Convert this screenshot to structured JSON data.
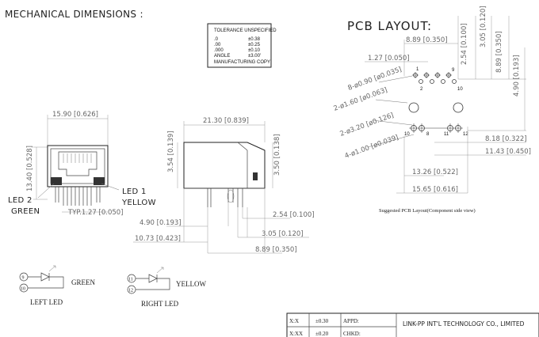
{
  "titles": {
    "mechanical": "MECHANICAL  DIMENSIONS  :",
    "pcb": "PCB  LAYOUT:",
    "pcb_caption": "Suggested PCB Layout(Component side view)"
  },
  "tolerance": {
    "header": "TOLERANCE  UNSPECIFIED",
    "rows": [
      {
        "k": ".0",
        "v": "±0.38"
      },
      {
        "k": ".00",
        "v": "±0.25"
      },
      {
        "k": ".000",
        "v": "±0.10"
      },
      {
        "k": "ANGLE",
        "v": "±3.00'"
      }
    ],
    "footer": "MANUFACTURING    COPY"
  },
  "front_view": {
    "width_dim": "15.90 [0.626]",
    "height_dim": "13.40 [0.528]",
    "pitch": "TYP.1.27 [0.050]",
    "led2": "LED 2",
    "led2_color": "GREEN",
    "led1": "LED 1",
    "led1_color": "YELLOW"
  },
  "side_view": {
    "width_dim": "21.30 [0.839]",
    "h_left": "3.54 [0.139]",
    "h_right": "3.50 [0.138]",
    "d1": "4.90 [0.193]",
    "d2": "10.73 [0.423]",
    "d3": "2.54 [0.100]",
    "d4": "3.05 [0.120]",
    "d5": "8.89 [0.350]"
  },
  "pcb": {
    "top_dim": "8.89 [0.350]",
    "pitch_dim": "1.27 [0.050]",
    "hole_a": "8-ø0.90 [ø0.035]",
    "hole_b": "2-ø1.60 [ø0.063]",
    "hole_c": "2-ø3.20 [ø0.126]",
    "hole_d": "4-ø1.00 [ø0.039]",
    "v1": "2.54 [0.100]",
    "v2": "3.05 [0.120]",
    "v3": "8.89 [0.350]",
    "v4": "4.90 [0.193]",
    "h1": "8.18 [0.322]",
    "h2": "11.43 [0.450]",
    "h3": "13.26 [0.522]",
    "h4": "15.65 [0.616]",
    "pin1": "1",
    "pin2": "2",
    "pin9": "9",
    "pin10": "10",
    "pin8": "8",
    "pin10b": "10",
    "pin11": "11",
    "pin12": "12"
  },
  "led_schematic": {
    "left": {
      "pin_a": "9",
      "pin_b": "10",
      "color": "GREEN",
      "label": "LEFT LED"
    },
    "right": {
      "pin_a": "11",
      "pin_b": "12",
      "color": "YELLOW",
      "label": "RIGHT LED"
    }
  },
  "title_block": {
    "row1_label": "X:X",
    "row1_tol": "±0.30",
    "row1_field": "APPD:",
    "row2_label": "X:XX",
    "row2_tol": "±0.20",
    "row2_field": "CHKD:",
    "company": "LINK-PP INT'L TECHNOLOGY CO., LIMITED"
  }
}
